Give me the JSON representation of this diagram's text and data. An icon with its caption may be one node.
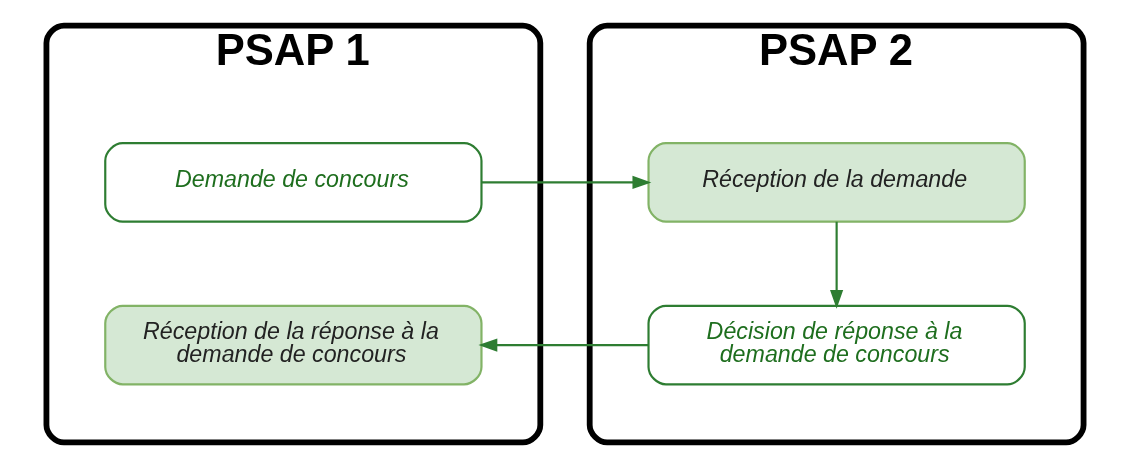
{
  "diagram": {
    "nodes": [
      {
        "text": [
          "PSAP 1"
        ]
      },
      {
        "text": [
          "Demande de concours"
        ],
        "in": 0
      },
      {
        "text": [
          "Réception de la réponse à la demande de concours"
        ],
        "in": 0
      },
      {
        "text": [
          "PSAP 2"
        ]
      },
      {
        "text": [
          "Réception de la demande"
        ],
        "in": 3
      },
      {
        "text": [
          "Décision de réponse à la demande de concours"
        ],
        "in": 3
      }
    ],
    "edges": [
      {
        "from": 1,
        "to": 4,
        "arrow": "to"
      },
      {
        "from": 4,
        "to": 5,
        "arrow": "to"
      },
      {
        "from": 5,
        "to": 2,
        "arrow": "to"
      }
    ]
  }
}
